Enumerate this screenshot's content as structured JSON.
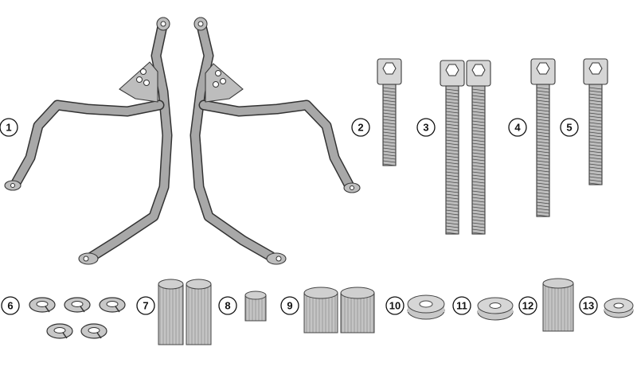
{
  "labels": [
    "1",
    "2",
    "3",
    "4",
    "5",
    "6",
    "7",
    "8",
    "9",
    "10",
    "11",
    "12",
    "13"
  ],
  "colors": {
    "part_fill": "#bdbdbd",
    "part_outline": "#3a3a3a",
    "label_ring": "#111111",
    "background": "#ffffff"
  }
}
